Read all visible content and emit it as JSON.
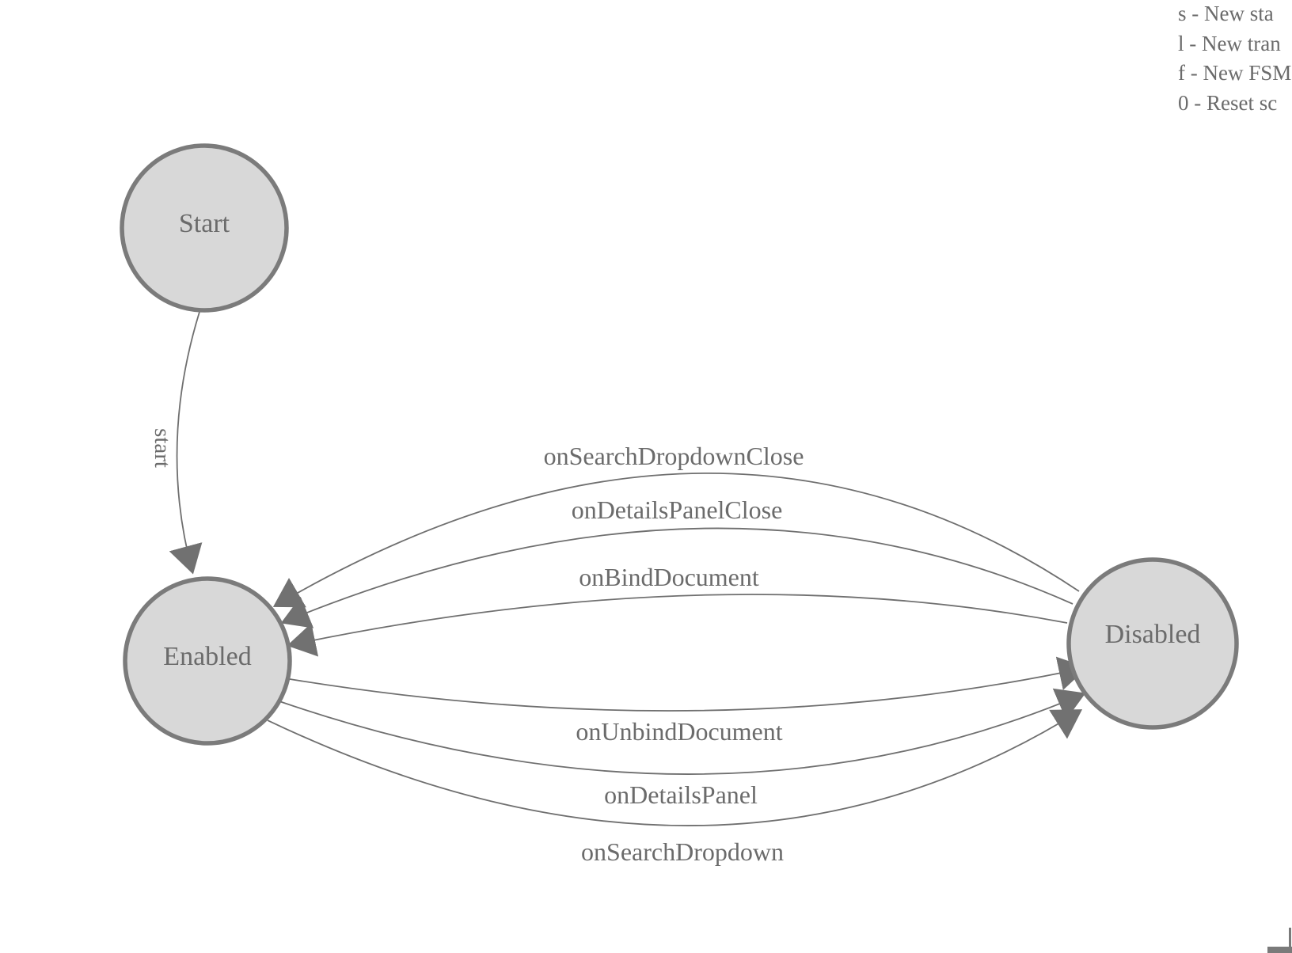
{
  "colors": {
    "page_bg": "#ffffff",
    "state_fill": "#d8d8d8",
    "state_stroke": "#7b7b7b",
    "edge_stroke": "#6f6f6f",
    "arrow_fill": "#717171",
    "label_color": "#6b6b6b"
  },
  "legend": {
    "lines": [
      "s - New sta",
      "l - New tran",
      "f - New FSM",
      "0 - Reset sc"
    ]
  },
  "fsm": {
    "states": [
      {
        "id": "start",
        "label": "Start"
      },
      {
        "id": "enabled",
        "label": "Enabled"
      },
      {
        "id": "disabled",
        "label": "Disabled"
      }
    ],
    "transitions": [
      {
        "label": "start",
        "from": "Start",
        "to": "Enabled"
      },
      {
        "label": "onSearchDropdownClose",
        "from": "Disabled",
        "to": "Enabled"
      },
      {
        "label": "onDetailsPanelClose",
        "from": "Disabled",
        "to": "Enabled"
      },
      {
        "label": "onBindDocument",
        "from": "Disabled",
        "to": "Enabled"
      },
      {
        "label": "onUnbindDocument",
        "from": "Enabled",
        "to": "Disabled"
      },
      {
        "label": "onDetailsPanel",
        "from": "Enabled",
        "to": "Disabled"
      },
      {
        "label": "onSearchDropdown",
        "from": "Enabled",
        "to": "Disabled"
      }
    ]
  }
}
